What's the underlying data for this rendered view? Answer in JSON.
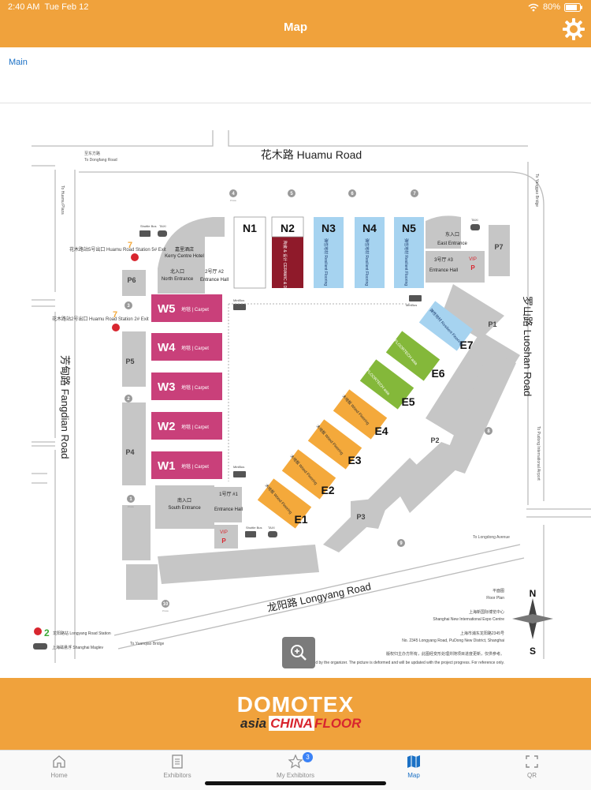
{
  "status": {
    "time": "2:40 AM",
    "date": "Tue Feb 12",
    "battery": "80%"
  },
  "header": {
    "title": "Map"
  },
  "tabs": {
    "main": "Main"
  },
  "map": {
    "roads": {
      "north": "花木路 Huamu Road",
      "east": "罗山路 Luoshan Road",
      "west": "芳甸路 Fangdian Road",
      "south": "龙阳路 Longyang Road"
    },
    "arrows": {
      "dongfang": "至东方路",
      "to_dongfang": "To Dongfang Road",
      "to_yanggao": "To Yanggao Bridge",
      "to_pudong_airport": "To Pudong International Airport",
      "to_longdong": "To Longdong Avenue",
      "to_yuanqiao": "To Yuanqiao Bridge",
      "to_huamu_plaza": "To Huamu Plaza"
    },
    "halls_w": [
      {
        "name": "W5",
        "label": "地毯 | Carpet"
      },
      {
        "name": "W4",
        "label": "地毯 | Carpet"
      },
      {
        "name": "W3",
        "label": "地毯 | Carpet"
      },
      {
        "name": "W2",
        "label": "地毯 | Carpet"
      },
      {
        "name": "W1",
        "label": "地毯 | Carpet"
      }
    ],
    "halls_n": [
      {
        "name": "N1",
        "label": ""
      },
      {
        "name": "N2",
        "label": "陶瓷 & 设计 CERAMIC & DESIGN"
      },
      {
        "name": "N3",
        "label": "弹性地材 Resilient Flooring"
      },
      {
        "name": "N4",
        "label": "弹性地材 Resilient Flooring"
      },
      {
        "name": "N5",
        "label": "弹性地材 Resilient Flooring"
      }
    ],
    "halls_e": [
      {
        "name": "E1",
        "label": "木地板 Wood Flooring"
      },
      {
        "name": "E2",
        "label": "木地板 Wood Flooring"
      },
      {
        "name": "E3",
        "label": "木地板 Wood Flooring"
      },
      {
        "name": "E4",
        "label": "木地板 Wood Flooring"
      },
      {
        "name": "E5",
        "label": "FLOORTECH asia"
      },
      {
        "name": "E6",
        "label": "FLOORTECH asia"
      },
      {
        "name": "E7",
        "label": "弹性地材 Resilient Flooring"
      }
    ],
    "parking": [
      "P1",
      "P2",
      "P3",
      "P4",
      "P5",
      "P6",
      "P7"
    ],
    "entrances": {
      "north": {
        "cn": "北入口",
        "en": "North Entrance"
      },
      "hall2": {
        "cn": "2号厅 #2",
        "en": "Entrance Hall"
      },
      "east": {
        "cn": "东入口",
        "en": "East Entrance"
      },
      "hall3": {
        "cn": "3号厅 #3",
        "en": "Entrance Hall"
      },
      "south": {
        "cn": "南入口",
        "en": "South Entrance"
      },
      "hall1": {
        "cn": "1号厅 #1",
        "en": "Entrance Hall"
      }
    },
    "hotel": {
      "cn": "嘉里酒店",
      "en": "Kerry Centre Hotel"
    },
    "metro": {
      "huamu5": "花木路站5号出口 Huamu Road Station 5# Exit",
      "huamu2": "花木路站2号出口 Huamu Road Station 2# Exit",
      "longyang": "龙阳路站 Longyang Road Station",
      "maglev": "上海磁悬浮 Shanghai Maglev",
      "line7": "7",
      "line2": "2"
    },
    "gates": [
      "1",
      "2",
      "3",
      "4",
      "5",
      "6",
      "7",
      "8",
      "9",
      "10"
    ],
    "gate_sub": "#Gate",
    "legend": {
      "cn": "平面图",
      "en": "Floor Plan",
      "venue_cn": "上海新国际博览中心",
      "venue_en": "Shanghai New International Expo Centre",
      "addr_cn": "上海市浦东龙阳路2345号",
      "addr_en": "No. 2345 Longyang Road, PuDong New District, Shanghai",
      "disclaimer_cn": "版权归主办方所有，此图经变形处理并随项目进度更新，仅供参考。",
      "disclaimer_en": "All rights reserved by the organizer. The picture is deformed and will be updated with the project progress. For reference only."
    },
    "compass": {
      "n": "N",
      "s": "S"
    },
    "vip": "VIP",
    "p": "P",
    "shuttle": "Shuttle Bus",
    "taxi": "TAXI",
    "minibus": "MiniBus"
  },
  "banner": {
    "line1": "DOMOTEX",
    "asia": "asia",
    "china": "CHINA",
    "floor": "FLOOR"
  },
  "tabbar": {
    "home": "Home",
    "exhibitors": "Exhibitors",
    "my_exhibitors": "My Exhibitors",
    "my_exhibitors_badge": "3",
    "map": "Map",
    "qr": "QR"
  },
  "colors": {
    "brand": "#f0a23c",
    "carpet": "#c9407a",
    "resilient": "#a6d3f0",
    "ceramic": "#8f1a2a",
    "wood": "#f4a93b",
    "floortech": "#84b83a",
    "active": "#1a70c5"
  }
}
